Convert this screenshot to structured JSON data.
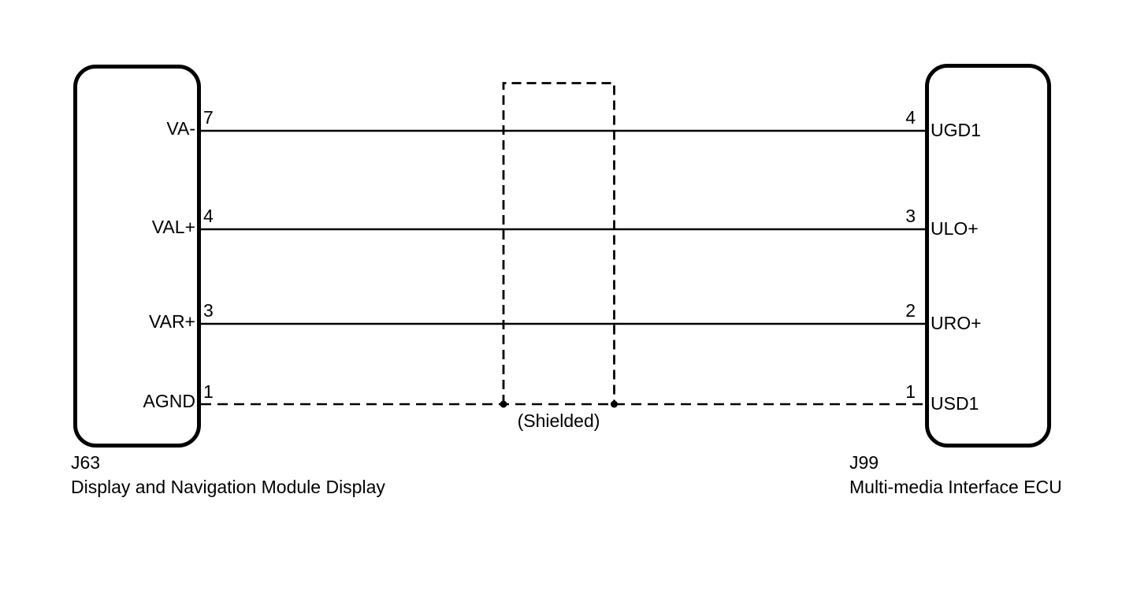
{
  "page": {
    "background_color": "#ffffff",
    "line_color": "#000000"
  },
  "diagram": {
    "left_connector": {
      "id": "J63",
      "name": "Display and Navigation Module Display",
      "pins": [
        {
          "pin": "7",
          "signal": "VA-"
        },
        {
          "pin": "4",
          "signal": "VAL+"
        },
        {
          "pin": "3",
          "signal": "VAR+"
        },
        {
          "pin": "1",
          "signal": "AGND"
        }
      ]
    },
    "right_connector": {
      "id": "J99",
      "name": "Multi-media Interface ECU",
      "pins": [
        {
          "pin": "4",
          "signal": "UGD1"
        },
        {
          "pin": "3",
          "signal": "ULO+"
        },
        {
          "pin": "2",
          "signal": "URO+"
        },
        {
          "pin": "1",
          "signal": "USD1"
        }
      ]
    },
    "shield": {
      "label": "(Shielded)"
    },
    "wires": [
      {
        "from": "J63 pin 7 VA-",
        "to": "J99 pin 4 UGD1",
        "style": "solid"
      },
      {
        "from": "J63 pin 4 VAL+",
        "to": "J99 pin 3 ULO+",
        "style": "solid"
      },
      {
        "from": "J63 pin 3 VAR+",
        "to": "J99 pin 2 URO+",
        "style": "solid"
      },
      {
        "from": "J63 pin 1 AGND",
        "to": "J99 pin 1 USD1",
        "style": "dashed-shield"
      }
    ]
  }
}
